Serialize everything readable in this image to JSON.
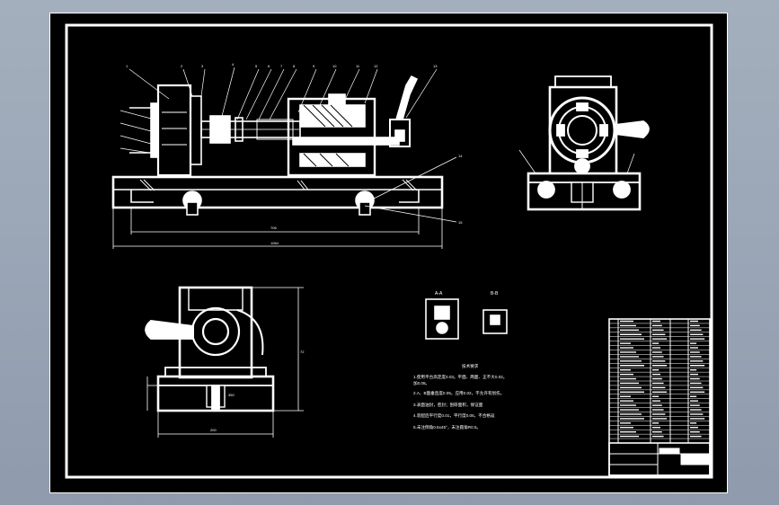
{
  "drawing": {
    "views": {
      "front": {
        "name": "front-view"
      },
      "side": {
        "name": "side-view"
      },
      "top": {
        "name": "top-view"
      },
      "section_a": {
        "label": "A-A"
      },
      "section_b": {
        "label": "B-B"
      }
    },
    "notes": {
      "title": "技术要求",
      "lines": [
        "1.使用平台高定度0.03。平面、两面、正不大0.02。",
        "加0.08。",
        "2.A、B面垂直度0.05。应用0.02，不允许有划伤。",
        "3.表面油封，密封；刮研面积，保证面",
        "4.装配后平行度0.01，平行度0.05，不合格返",
        "5.未注倒角0.5x45°，未注圆角R0.5。"
      ]
    },
    "dimensions": {
      "front_inner": "706",
      "front_total": "1064",
      "top_width": "350",
      "top_height": "72",
      "top_base": "200"
    },
    "colors": {
      "background": "#000000",
      "line": "#ffffff",
      "frame_outer": "#9aa6b6"
    }
  }
}
